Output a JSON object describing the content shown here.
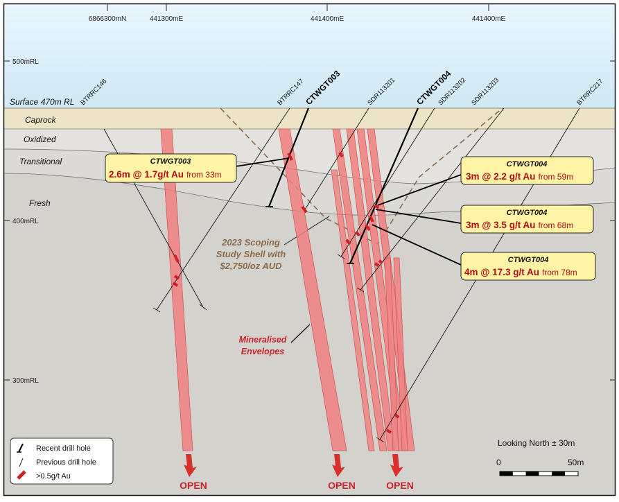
{
  "header": {
    "northing": "6866300mN",
    "easting_1": "441300mE",
    "easting_2": "441400mE",
    "easting_3": "441400mE"
  },
  "elevations": {
    "rl_500": "500mRL",
    "rl_400": "400mRL",
    "rl_300": "300mRL"
  },
  "layers": {
    "surface": "Surface 470m RL",
    "caprock": "Caprock",
    "oxidized": "Oxidized",
    "transitional": "Transitional",
    "fresh": "Fresh"
  },
  "drill_holes": {
    "btrrc146": "BTRRC146",
    "btrrc147": "BTRRC147",
    "ctwgt003": "CTWGT003",
    "sdr113201": "SDR113201",
    "ctwgt004": "CTWGT004",
    "sdr113202": "SDR113202",
    "sdr113203": "SDR113203",
    "btrrc217": "BTRRC217"
  },
  "callouts": [
    {
      "hole": "CTWGT003",
      "main": "2.6m @ 1.7g/t Au",
      "from": "from 33m"
    },
    {
      "hole": "CTWGT004",
      "main": "3m @ 2.2 g/t Au",
      "from": "from 59m"
    },
    {
      "hole": "CTWGT004",
      "main": "3m @ 3.5 g/t Au",
      "from": "from 68m"
    },
    {
      "hole": "CTWGT004",
      "main": "4m @ 17.3 g/t Au",
      "from": "from 78m"
    }
  ],
  "annotations": {
    "shell_line_1": "2023 Scoping",
    "shell_line_2": "Study Shell with",
    "shell_line_3": "$2,750/oz AUD",
    "envelopes_line_1": "Mineralised",
    "envelopes_line_2": "Envelopes",
    "open_1": "OPEN",
    "open_2": "OPEN",
    "open_3": "OPEN"
  },
  "legend": {
    "recent": "Recent drill hole",
    "previous": "Previous drill hole",
    "grade": ">0.5g/t Au"
  },
  "scale": {
    "view": "Looking North ± 30m",
    "zero": "0",
    "fifty": "50m"
  },
  "colors": {
    "sky": "#d8eef9",
    "caprock": "#ede3c6",
    "oxidized": "#e4e1dc",
    "transitional": "#dcdad6",
    "fresh": "#d3d1cc",
    "envelope": "#f08080",
    "intercept": "#cc1f26",
    "callout_fill": "#fff3a6",
    "callout_text": "#b00e14",
    "shell": "#8b6a4a"
  }
}
